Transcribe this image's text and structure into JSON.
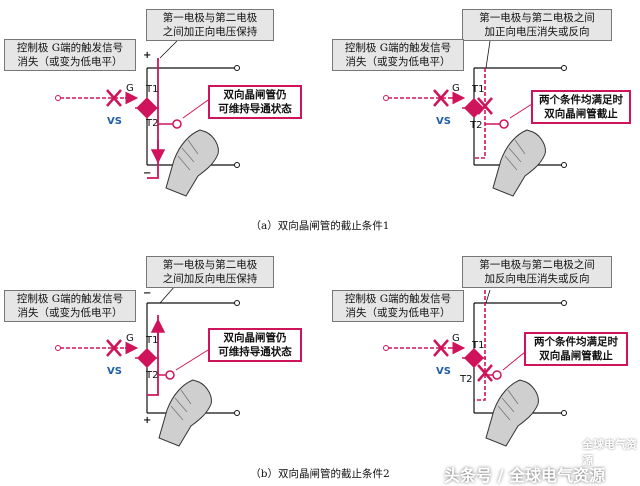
{
  "panels": [
    {
      "top_box": "第一电极与第二电极\n之间加正向电压保持",
      "ctrl_box": "控制极 G端的触发信号\n消失（或变为低电平）",
      "red_box": "双向晶闸管仍\n可维持导通状态",
      "g": "G",
      "vs": "VS",
      "t1": "T1",
      "t2": "T2",
      "top_sign": "+",
      "bot_sign": "−"
    },
    {
      "top_box": "第一电极与第二电极之间\n加正向电压消失或反向",
      "ctrl_box": "控制极 G端的触发信号\n消失（或变为低电平）",
      "red_box": "两个条件均满足时\n双向晶闸管截止",
      "g": "G",
      "vs": "VS",
      "t1": "T1",
      "t2": "T2"
    },
    {
      "top_box": "第一电极与第二电极\n之间加反向电压保持",
      "ctrl_box": "控制极 G端的触发信号\n消失（或变为低电平）",
      "red_box": "双向晶闸管仍\n可维持导通状态",
      "g": "G",
      "vs": "VS",
      "t1": "T1",
      "t2": "T2",
      "top_sign": "−",
      "bot_sign": "+"
    },
    {
      "top_box": "第一电极与第二电极之间\n加反向电压消失或反向",
      "ctrl_box": "控制极 G端的触发信号\n消失（或变为低电平）",
      "red_box": "两个条件均满足时\n双向晶闸管截止",
      "g": "G",
      "vs": "VS",
      "t1": "T1",
      "t2": "T2"
    }
  ],
  "captions": {
    "a": "（a）双向晶闸管的截止条件1",
    "b": "（b）双向晶闸管的截止条件2"
  },
  "watermark": {
    "line1": "全球电气资源",
    "line2": "头条号 / 全球电气资源"
  },
  "colors": {
    "accent": "#d0145b",
    "box_fill": "#e6e6e6",
    "vs_blue": "#1e5fa8"
  }
}
